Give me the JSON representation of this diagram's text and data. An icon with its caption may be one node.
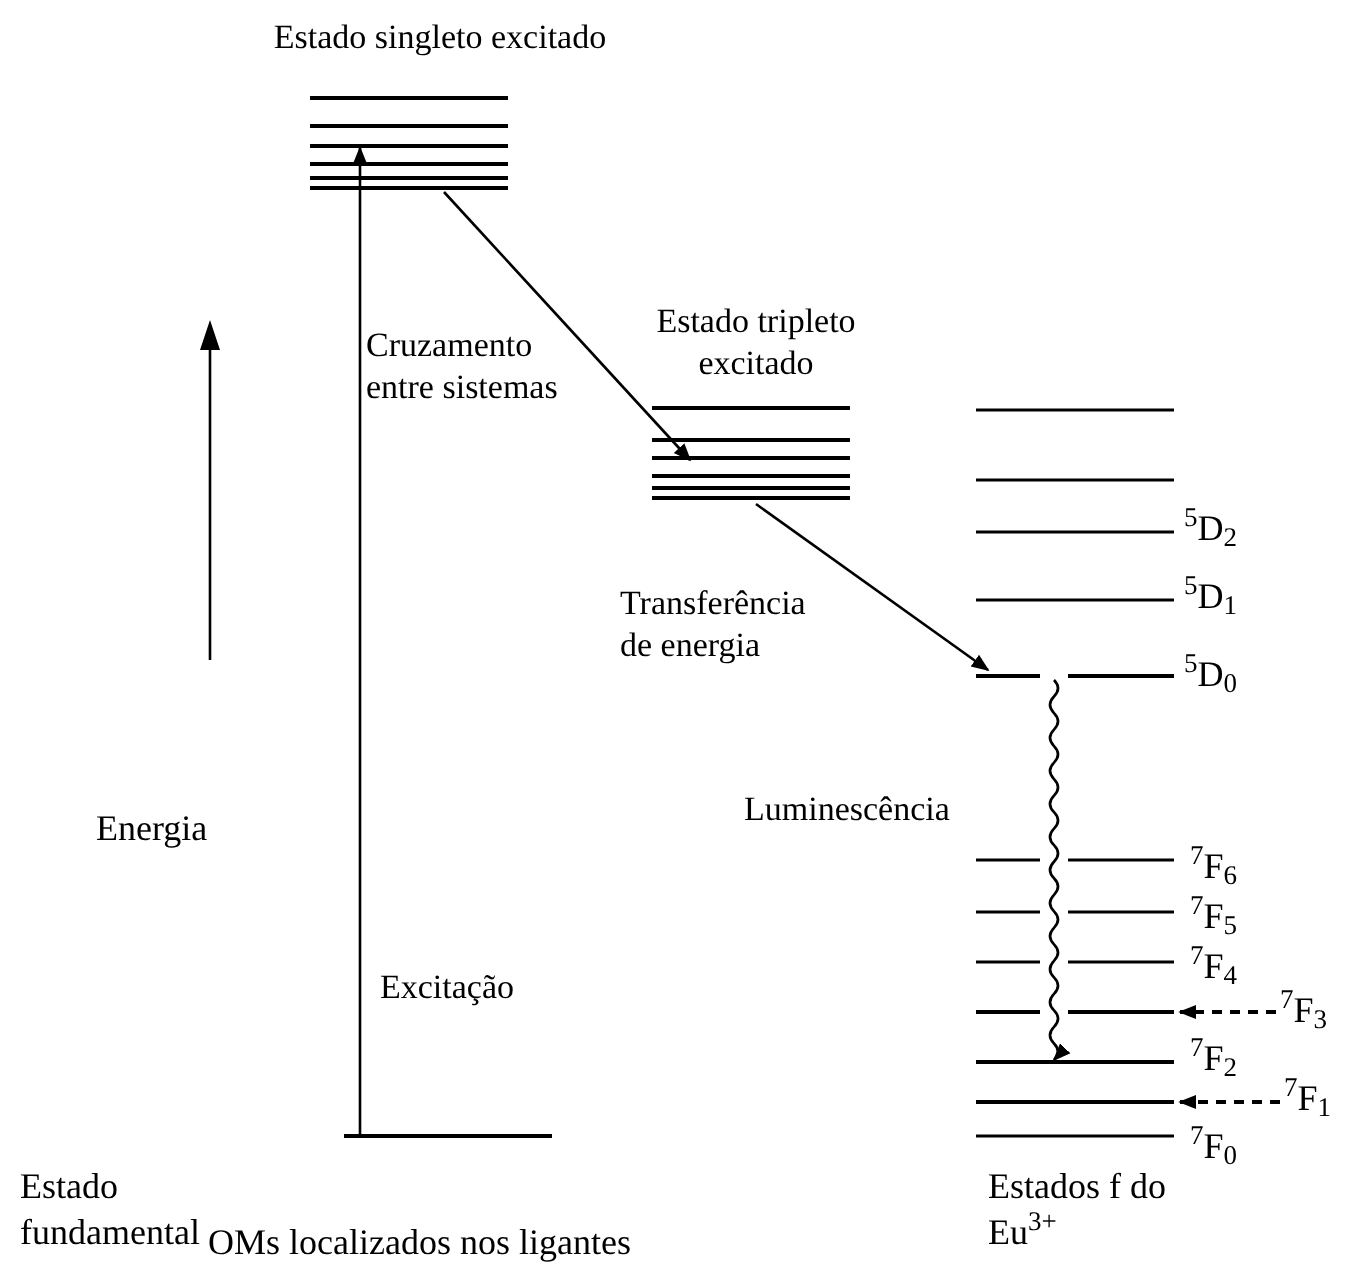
{
  "diagram": {
    "nodes": [
      {
        "text": [
          "Estado singleto excitado"
        ]
      },
      {
        "text": [
          "Estado tripleto excitado"
        ]
      },
      {
        "text": [],
        "shape": "bar"
      },
      {
        "text": [],
        "shape": "bar",
        "beside": [
          "$^{5}$D$_{0}$"
        ]
      },
      {
        "text": [],
        "shape": "bar",
        "beside": [
          "$^{7}$F$_{2}$"
        ]
      },
      {
        "text": [
          "$^{7}$F$_{3}$"
        ]
      },
      {
        "text": [],
        "shape": "bar"
      },
      {
        "text": [
          "$^{7}$F$_{1}$"
        ]
      },
      {
        "text": [],
        "shape": "bar"
      }
    ],
    "edges": [
      {
        "from": 2,
        "to": 0,
        "arrow": "to",
        "label": "Excitação"
      },
      {
        "from": 0,
        "to": 1,
        "arrow": "to",
        "label": "Cruzamento entre sistemas"
      },
      {
        "from": 1,
        "to": 3,
        "arrow": "to",
        "label": "Transferência de energia"
      },
      {
        "from": 3,
        "to": 4,
        "arrow": "to",
        "label": "Luminescência"
      },
      {
        "from": 5,
        "to": 6,
        "arrow": "to",
        "style": "dashed"
      },
      {
        "from": 7,
        "to": 8,
        "arrow": "to",
        "style": "dashed"
      }
    ],
    "labels": [
      "Energia",
      "$^{5}$D$_{2}$",
      "$^{5}$D$_{1}$",
      "$^{7}$F$_{6}$",
      "$^{7}$F$_{5}$",
      "$^{7}$F$_{4}$",
      "$^{7}$F$_{0}$",
      "Estado fundamental",
      "OMs localizados nos ligantes",
      "Estados f do Eu$^{3+}$"
    ]
  }
}
